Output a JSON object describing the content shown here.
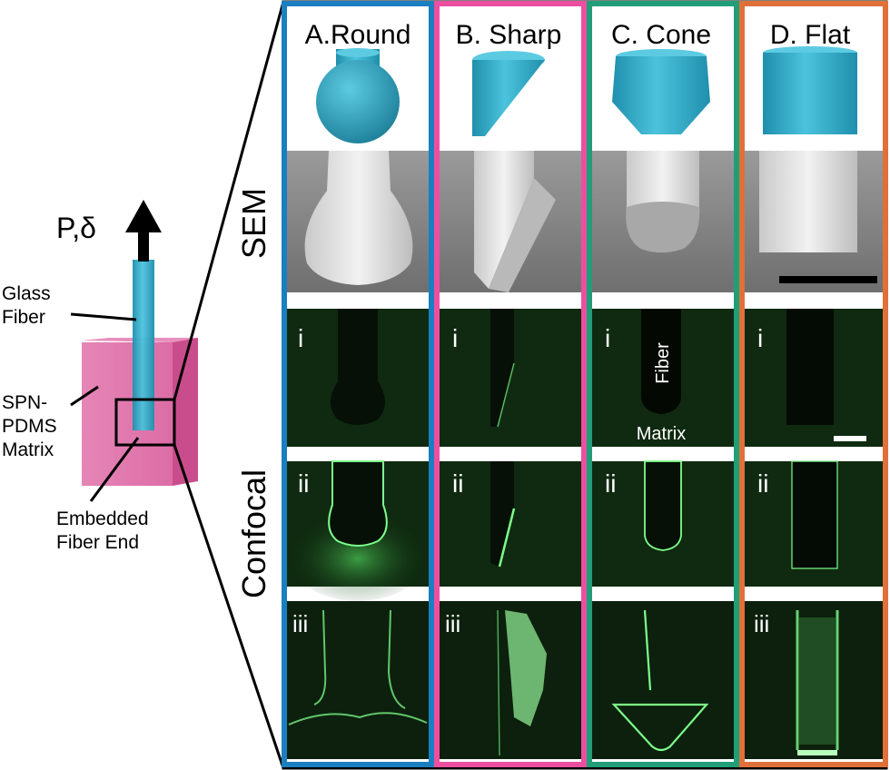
{
  "schematic": {
    "load_label": "P,δ",
    "glass_fiber": [
      "Glass",
      "Fiber"
    ],
    "matrix": [
      "SPN-",
      "PDMS",
      "Matrix"
    ],
    "embedded_end": [
      "Embedded",
      "Fiber End"
    ]
  },
  "row_labels": {
    "sem": "SEM",
    "confocal": "Confocal"
  },
  "columns": [
    {
      "id": "round",
      "title": "A.Round",
      "border_color": "#1a7fc1"
    },
    {
      "id": "sharp",
      "title": "B. Sharp",
      "border_color": "#ec4fa0"
    },
    {
      "id": "cone",
      "title": "C. Cone",
      "border_color": "#1f9e77"
    },
    {
      "id": "flat",
      "title": "D. Flat",
      "border_color": "#e0703a"
    }
  ],
  "confocal_rows": [
    "i",
    "ii",
    "iii"
  ],
  "annotations": {
    "fiber": "Fiber",
    "matrix": "Matrix"
  },
  "colors": {
    "fiber_cyan": "#3ab4cf",
    "matrix_pink": "#e15a9b",
    "confocal_bg": "#0f2a10",
    "glow_green": "#7dff8a",
    "sem_bg": "#8a8a8a"
  }
}
